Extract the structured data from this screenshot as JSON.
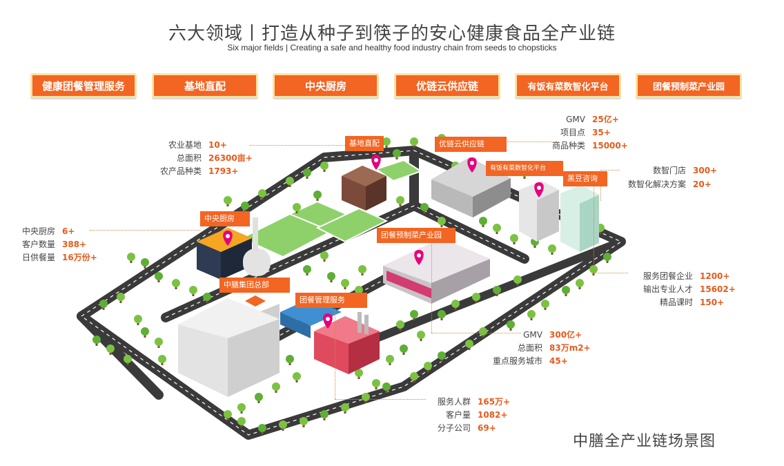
{
  "header": {
    "title": "六大领域丨打造从种子到筷子的安心健康食品全产业链",
    "subtitle": "Six major fields | Creating a safe and healthy food industry chain from seeds to chopsticks"
  },
  "fields": [
    {
      "label": "健康团餐管理服务"
    },
    {
      "label": "基地直配"
    },
    {
      "label": "中央厨房"
    },
    {
      "label": "优链云供应链"
    },
    {
      "label": "有饭有菜数智化平台"
    },
    {
      "label": "团餐预制菜产业园"
    }
  ],
  "tags": {
    "base": "基地直配",
    "supply": "优链云供应链",
    "platform": "有饭有菜数智化平台",
    "heidou": "黑豆咨询",
    "kitchen": "中央厨房",
    "prefab": "团餐预制菜产业园",
    "hq": "中膳集团总部",
    "mgmt": "团餐管理服务"
  },
  "stats": {
    "agri": [
      {
        "label": "农业基地",
        "value": "10+"
      },
      {
        "label": "总面积",
        "value": "26300亩+"
      },
      {
        "label": "农产品种类",
        "value": "1793+"
      }
    ],
    "supply": [
      {
        "label": "GMV",
        "value": "25亿+"
      },
      {
        "label": "项目点",
        "value": "35+"
      },
      {
        "label": "商品种类",
        "value": "15000+"
      }
    ],
    "digital": [
      {
        "label": "数智门店",
        "value": "300+"
      },
      {
        "label": "数智化解决方案",
        "value": "20+"
      }
    ],
    "kitchen": [
      {
        "label": "中央厨房",
        "value": "6+"
      },
      {
        "label": "客户数量",
        "value": "388+"
      },
      {
        "label": "日供餐量",
        "value": "16万份+"
      }
    ],
    "consult": [
      {
        "label": "服务团餐企业",
        "value": "1200+"
      },
      {
        "label": "输出专业人才",
        "value": "15602+"
      },
      {
        "label": "精品课时",
        "value": "150+"
      }
    ],
    "prefab": [
      {
        "label": "GMV",
        "value": "300亿+"
      },
      {
        "label": "总面积",
        "value": "83万m2+"
      },
      {
        "label": "重点服务城市",
        "value": "45+"
      }
    ],
    "mgmt": [
      {
        "label": "服务人群",
        "value": "165万+"
      },
      {
        "label": "客户量",
        "value": "1082+"
      },
      {
        "label": "分子公司",
        "value": "69+"
      }
    ]
  },
  "caption": "中膳全产业链场景图",
  "colors": {
    "accent": "#f26522",
    "value": "#e8591a",
    "road": "#3a3a3a",
    "tree": "#7cc242",
    "pin": "#e6007e"
  }
}
